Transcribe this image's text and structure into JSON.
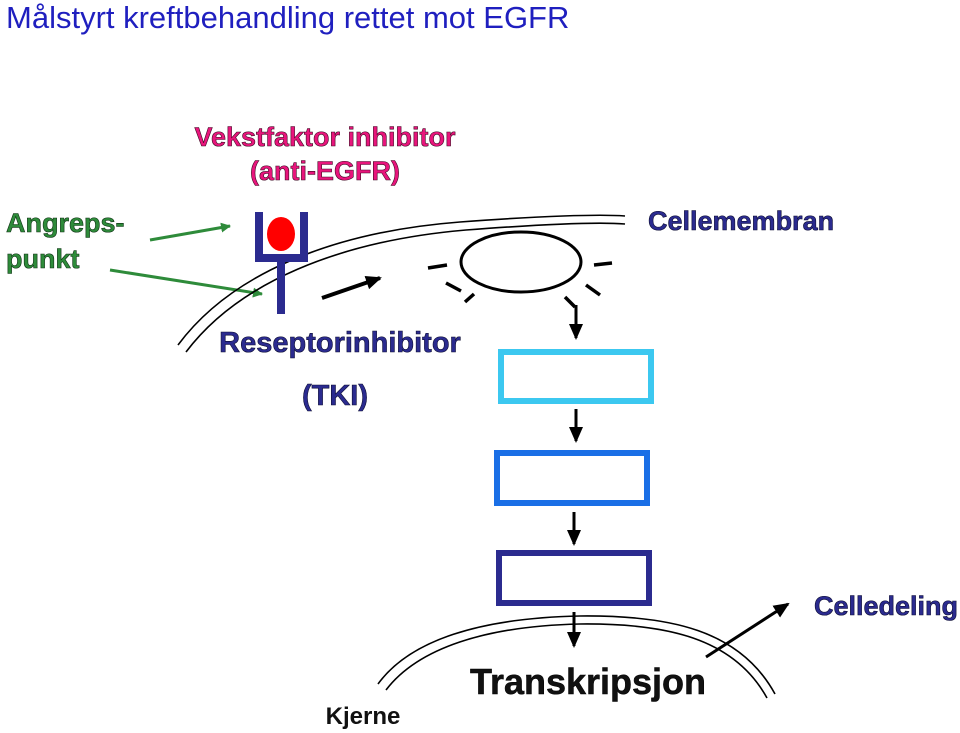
{
  "title": "Målstyrt kreftbehandling rettet mot EGFR",
  "labels": {
    "growth_inhibitor_line1": "Vekstfaktor inhibitor",
    "growth_inhibitor_line2": "(anti-EGFR)",
    "attack_point_line1": "Angreps-",
    "attack_point_line2": "punkt",
    "cell_membrane": "Cellemembran",
    "receptor_inhibitor": "Reseptorinhibitor",
    "tki": "(TKI)",
    "cell_division": "Celledeling",
    "transcription": "Transkripsjon",
    "nucleus": "Kjerne"
  },
  "colors": {
    "title": "#1f1fbf",
    "inhibitor_text": "#e8157c",
    "attack_point": "#2e8b3a",
    "receptor": "#2b2b8f",
    "ligand": "#ff0000",
    "box1": "#3cc8f0",
    "box2": "#1a6fe6",
    "box3": "#2b2b8f"
  }
}
